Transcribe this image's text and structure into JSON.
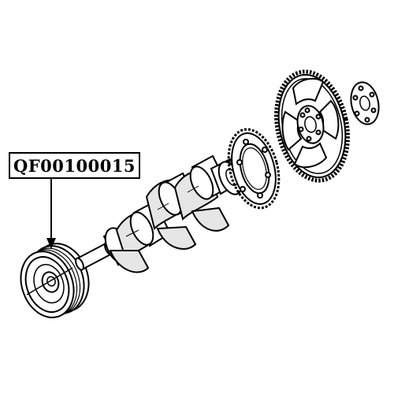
{
  "part_label": {
    "code": "QF00100015"
  },
  "parts": [
    {
      "name": "crankshaft-pulley",
      "icon": "pulley-icon",
      "highlighted": true
    },
    {
      "name": "crankshaft",
      "icon": "crankshaft-icon",
      "highlighted": false
    },
    {
      "name": "crankshaft-gear",
      "icon": "gear-icon",
      "highlighted": false
    },
    {
      "name": "flywheel-flexplate",
      "icon": "flywheel-icon",
      "highlighted": false
    },
    {
      "name": "flywheel-bolt-washer",
      "icon": "washer-icon",
      "highlighted": false
    }
  ],
  "colors": {
    "line": "#000000",
    "background": "#ffffff",
    "shade": "#e6e6e6"
  }
}
